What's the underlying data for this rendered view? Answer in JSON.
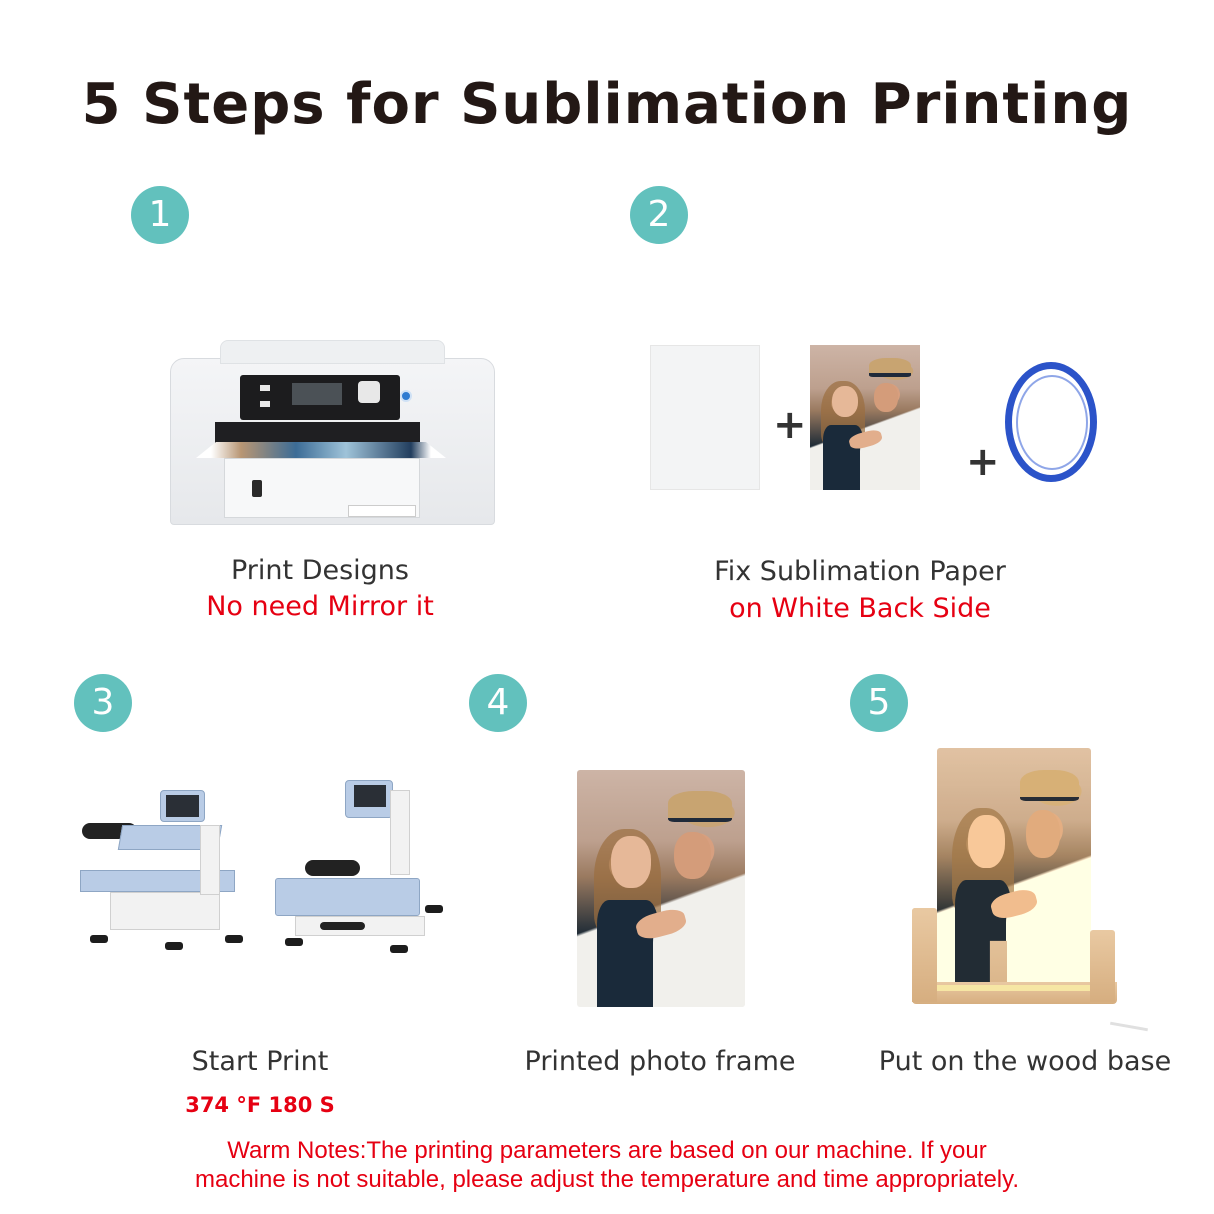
{
  "title": "5 Steps for Sublimation Printing",
  "accent_color": "#62c1bd",
  "highlight_color": "#e60012",
  "steps": [
    {
      "number": "1",
      "label": "Print Designs",
      "sub": "No need Mirror it",
      "image": "sublimation-printer"
    },
    {
      "number": "2",
      "label": "Fix Sublimation Paper",
      "sub": "on White Back Side",
      "image": "blank-panel + printed-photo + heat-tape",
      "plus_1": "+",
      "plus_2": "+"
    },
    {
      "number": "3",
      "label": "Start Print",
      "sub": "374 °F 180 S",
      "image": "two-heat-presses"
    },
    {
      "number": "4",
      "label": "Printed photo frame",
      "image": "printed-photo-panel"
    },
    {
      "number": "5",
      "label": "Put on the wood base",
      "image": "photo-frame-on-wood-base"
    }
  ],
  "warm_notes": {
    "line1": "Warm Notes:The printing parameters are based on our machine. If your",
    "line2": "machine is not suitable, please adjust the temperature and time appropriately."
  }
}
